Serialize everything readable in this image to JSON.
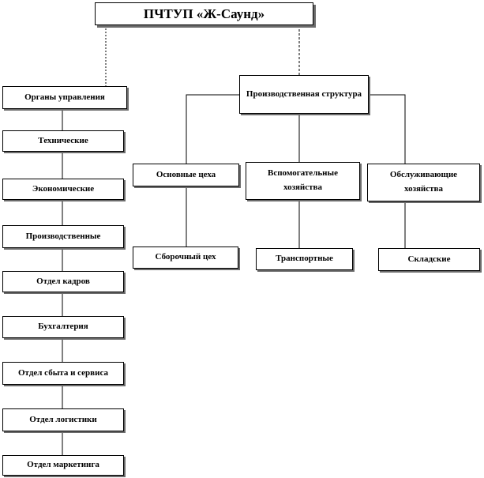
{
  "title": "ПЧТУП «Ж-Саунд»",
  "left_branch": {
    "head": "Органы управления",
    "items": [
      "Технические",
      "Экономические",
      "Производственные",
      "Отдел кадров",
      "Бухгалтерия",
      "Отдел сбыта и сервиса",
      "Отдел логистики",
      "Отдел маркетинга"
    ]
  },
  "right_branch": {
    "head": "Производственная структура",
    "columns": [
      {
        "label": "Основные цеха",
        "child": "Сборочный цех"
      },
      {
        "label": "Вспомогательные хозяйства",
        "child": "Транспортные"
      },
      {
        "label": "Обслуживающие хозяйства",
        "child": "Складские"
      }
    ]
  },
  "colors": {
    "line": "#000000",
    "shadow": "#6b6b6b",
    "box_background": "#ffffff"
  }
}
